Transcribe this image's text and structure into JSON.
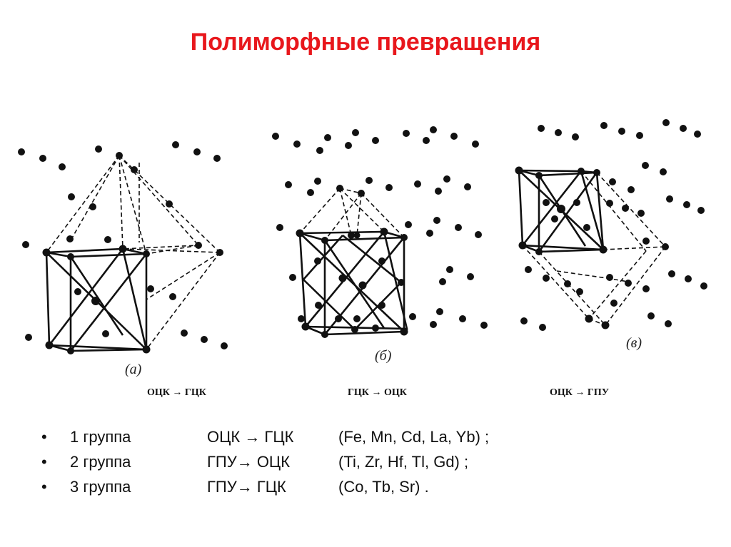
{
  "title": "Полиморфные превращения",
  "figures": [
    {
      "caption": "(а)",
      "transition": "ОЦК → ГЦК"
    },
    {
      "caption": "(б)",
      "transition": "ГЦК → ОЦК"
    },
    {
      "caption": "(в)",
      "transition": "ОЦК → ГПУ"
    }
  ],
  "groups": [
    {
      "bullet": "•",
      "name": "1 группа",
      "transition": "ОЦК → ГЦК",
      "elements": "(Fe, Mn, Cd, La, Yb) ;"
    },
    {
      "bullet": "•",
      "name": "2 группа",
      "transition": "ГПУ→ ОЦК",
      "elements": "(Ti, Zr, Hf, Tl, Gd) ;"
    },
    {
      "bullet": "•",
      "name": "3 группа",
      "transition": "ГПУ→ ГЦК",
      "elements": "(Co, Tb, Sr) ."
    }
  ]
}
